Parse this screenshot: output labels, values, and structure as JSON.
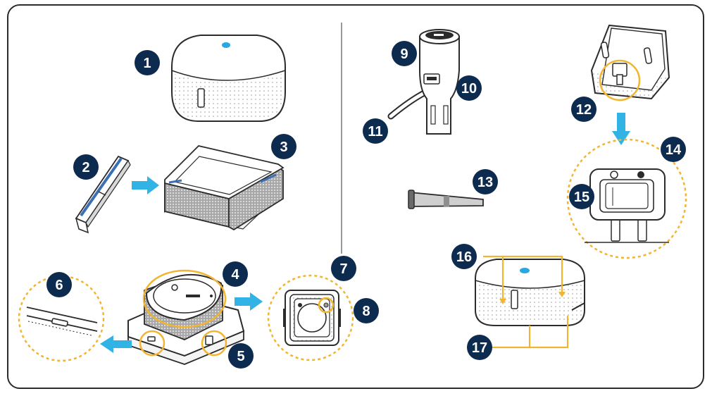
{
  "colors": {
    "badge": "#0d2a4f",
    "arrow": "#31b3e6",
    "highlight": "#f2b531",
    "outline": "#2b2b2b",
    "filter_mesh": "#8a8a8a",
    "accent_button": "#29a8e0"
  },
  "callouts": [
    {
      "number": "1"
    },
    {
      "number": "2"
    },
    {
      "number": "3"
    },
    {
      "number": "4"
    },
    {
      "number": "5"
    },
    {
      "number": "6"
    },
    {
      "number": "7"
    },
    {
      "number": "8"
    },
    {
      "number": "9"
    },
    {
      "number": "10"
    },
    {
      "number": "11"
    },
    {
      "number": "12"
    },
    {
      "number": "13"
    },
    {
      "number": "14"
    },
    {
      "number": "15"
    },
    {
      "number": "16"
    },
    {
      "number": "17"
    }
  ],
  "icons": {
    "arrow": "arrow-right-icon",
    "device": "air-purifier-icon",
    "filter": "filter-cartridge-icon",
    "charger": "car-charger-icon",
    "strap": "strap-icon",
    "mount": "wall-mount-icon"
  }
}
